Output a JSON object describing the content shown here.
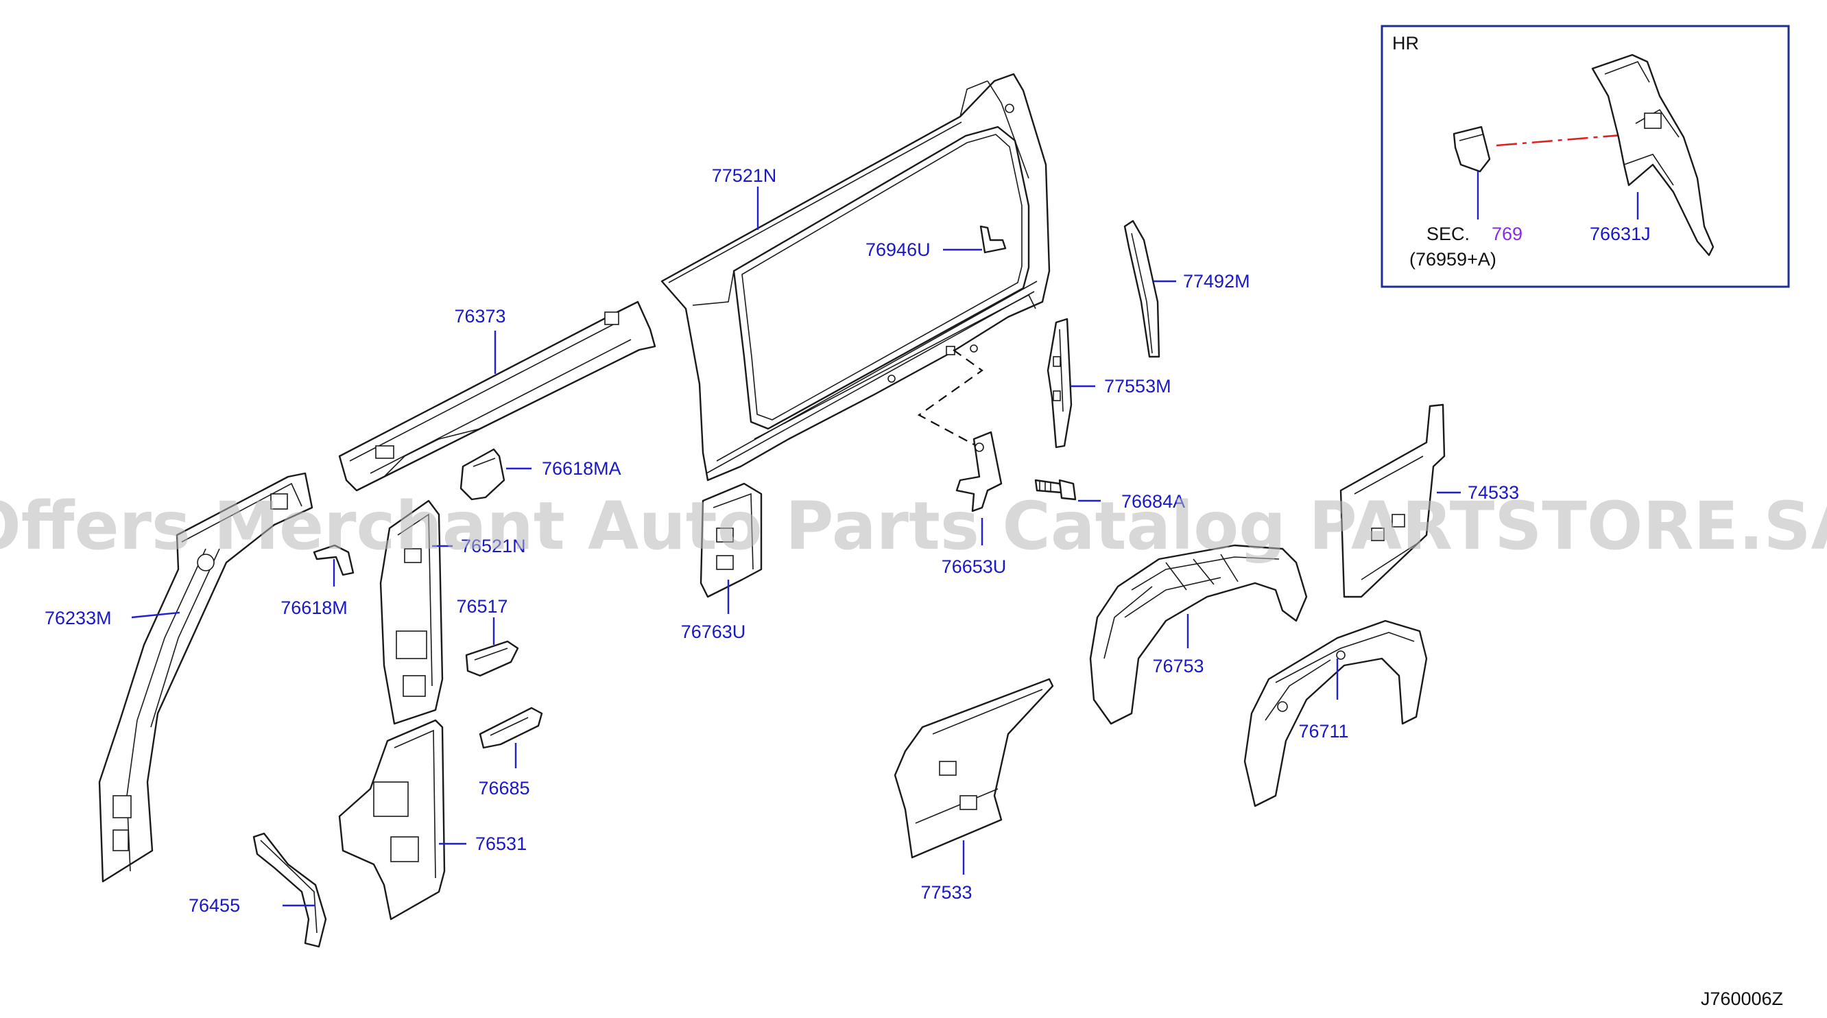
{
  "watermark": "Offers Merchant Auto Parts Catalog PARTSTORE.SA",
  "diagram_code": "J760006Z",
  "inset": {
    "title": "HR",
    "sec_prefix": "SEC.",
    "sec_number": "769",
    "sec_sub": "(76959+A)",
    "part": "76631J"
  },
  "parts": {
    "p77521N": "77521N",
    "p76946U": "76946U",
    "p77492M": "77492M",
    "p76373": "76373",
    "p77553M": "77553M",
    "p76618MA": "76618MA",
    "p76684A": "76684A",
    "p74533": "74533",
    "p76521N": "76521N",
    "p76233M": "76233M",
    "p76618M": "76618M",
    "p76653U": "76653U",
    "p76517": "76517",
    "p76763U": "76763U",
    "p76753": "76753",
    "p76711": "76711",
    "p76685": "76685",
    "p76531": "76531",
    "p77533": "77533",
    "p76455": "76455"
  },
  "colors": {
    "label": "#1818c8",
    "leader": "#1f1fd6",
    "inset_border": "#1f2f8f",
    "sec_number": "#8a2be2",
    "red_dash": "#e02020"
  }
}
